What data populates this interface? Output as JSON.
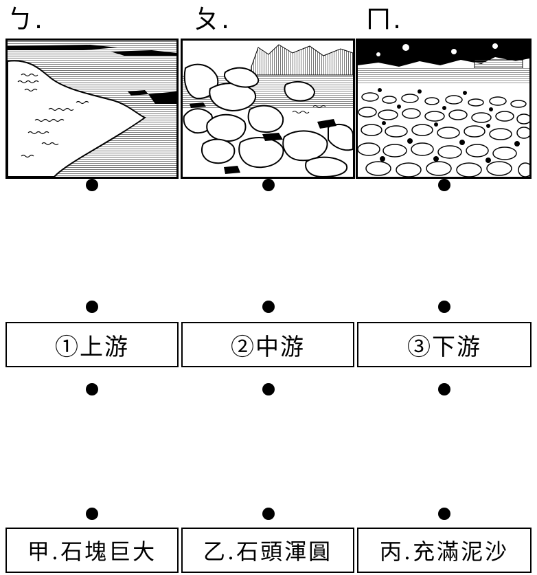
{
  "pictures": [
    {
      "letter": "ㄅ.",
      "icon": "river-estuary-sand-icon"
    },
    {
      "letter": "ㄆ.",
      "icon": "river-boulders-icon"
    },
    {
      "letter": "ㄇ.",
      "icon": "river-pebbles-icon"
    }
  ],
  "stages": [
    {
      "label": "①上游"
    },
    {
      "label": "②中游"
    },
    {
      "label": "③下游"
    }
  ],
  "features": [
    {
      "label": "甲.石塊巨大"
    },
    {
      "label": "乙.石頭渾圓"
    },
    {
      "label": "丙.充滿泥沙"
    }
  ],
  "colors": {
    "ink": "#000000",
    "paper": "#ffffff",
    "hatch": "#9a9a9a"
  }
}
